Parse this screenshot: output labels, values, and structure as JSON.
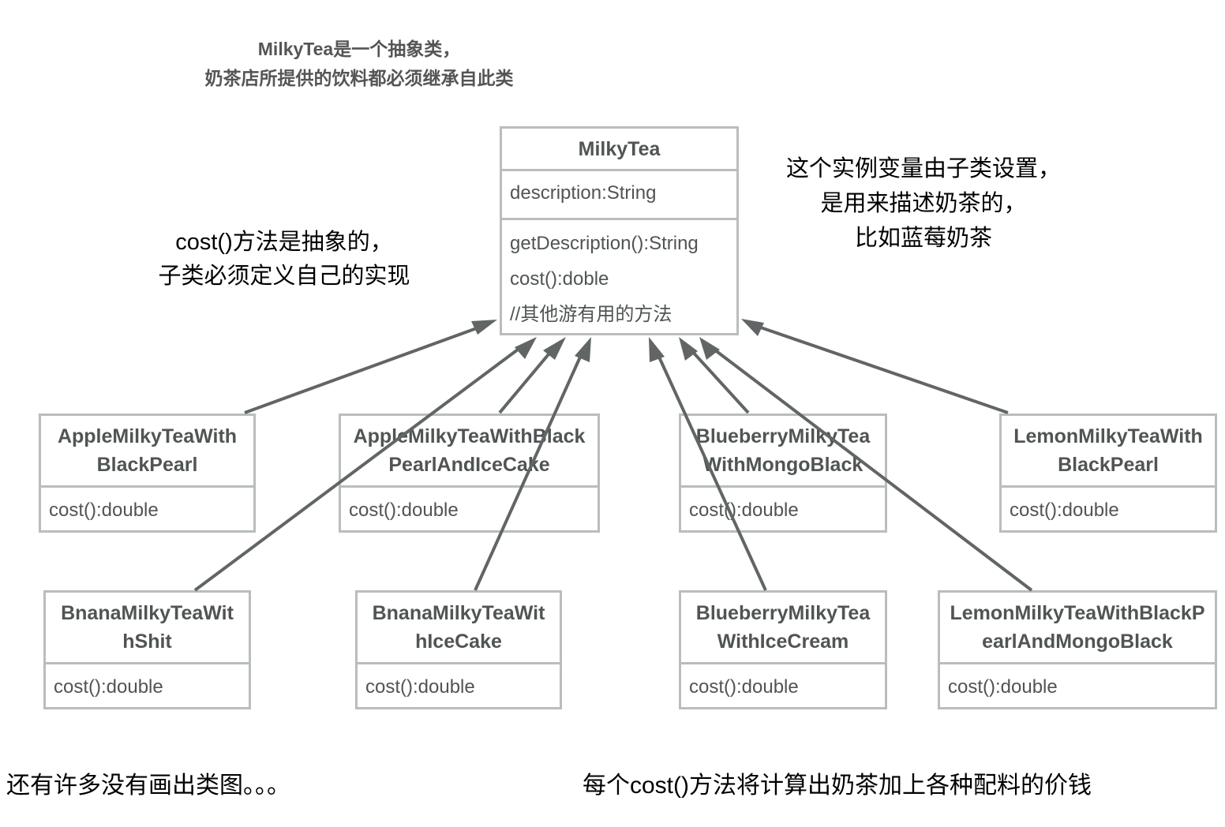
{
  "notes": {
    "top": [
      "MilkyTea是一个抽象类，",
      "奶茶店所提供的饮料都必须继承自此类"
    ],
    "left": [
      "cost()方法是抽象的，",
      "子类必须定义自己的实现"
    ],
    "right": [
      "这个实例变量由子类设置，",
      "是用来描述奶茶的，",
      "比如蓝莓奶茶"
    ],
    "bottom_left": "还有许多没有画出类图。。。",
    "bottom_right": "每个cost()方法将计算出奶茶加上各种配料的价钱"
  },
  "base_class": {
    "name": "MilkyTea",
    "attributes": [
      "description:String"
    ],
    "methods": [
      "getDescription():String",
      "cost():doble",
      "//其他游有用的方法"
    ]
  },
  "subclasses": [
    {
      "id": "apple-black-pearl",
      "name_lines": [
        "AppleMilkyTeaWith",
        "BlackPearl"
      ],
      "method": "cost():double"
    },
    {
      "id": "apple-black-pearl-ice-cake",
      "name_lines": [
        "AppleMilkyTeaWithBlack",
        "PearlAndIceCake"
      ],
      "method": "cost():double"
    },
    {
      "id": "blueberry-mongo-black",
      "name_lines": [
        "BlueberryMilkyTea",
        "WithMongoBlack"
      ],
      "method": "cost():double"
    },
    {
      "id": "lemon-black-pearl",
      "name_lines": [
        "LemonMilkyTeaWith",
        "BlackPearl"
      ],
      "method": "cost():double"
    },
    {
      "id": "banana-shit",
      "name_lines": [
        "BnanaMilkyTeaWit",
        "hShit"
      ],
      "method": "cost():double"
    },
    {
      "id": "banana-ice-cake",
      "name_lines": [
        "BnanaMilkyTeaWit",
        "hIceCake"
      ],
      "method": "cost():double"
    },
    {
      "id": "blueberry-ice-cream",
      "name_lines": [
        "BlueberryMilkyTea",
        "WithIceCream"
      ],
      "method": "cost():double"
    },
    {
      "id": "lemon-black-pearl-mongo-black",
      "name_lines": [
        "LemonMilkyTeaWithBlackP",
        "earlAndMongoBlack"
      ],
      "method": "cost():double"
    }
  ],
  "relationships": {
    "type": "inheritance",
    "target": "MilkyTea",
    "sources": [
      "apple-black-pearl",
      "banana-shit",
      "apple-black-pearl-ice-cake",
      "banana-ice-cake",
      "blueberry-ice-cream",
      "blueberry-mongo-black",
      "lemon-black-pearl-mongo-black",
      "lemon-black-pearl"
    ]
  },
  "colors": {
    "border": "#b9bdbe",
    "arrow": "#616566",
    "class_text": "#505455",
    "note_text": "#000000",
    "top_note_text": "#555555"
  }
}
